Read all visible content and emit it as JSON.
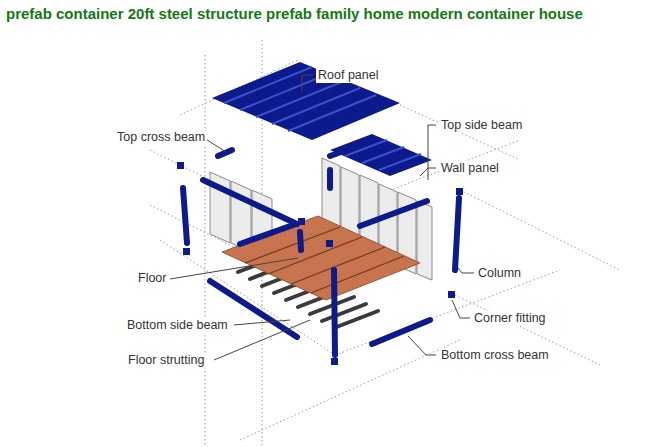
{
  "diagram": {
    "title": "prefab container 20ft steel structure prefab family home modern container house",
    "labels": [
      "Roof panel",
      "Top side beam",
      "Top cross beam",
      "Wall panel",
      "Column",
      "Floor",
      "Corner fitting",
      "Bottom side beam",
      "Bottom cross beam",
      "Floor strutting"
    ]
  }
}
